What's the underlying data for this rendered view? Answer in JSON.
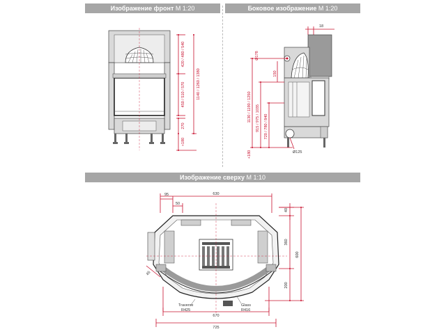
{
  "headers": {
    "front": {
      "bold": "Изображение фронт",
      "scale": " М 1:20"
    },
    "side": {
      "bold": "Боковое изображение",
      "scale": " М 1:20"
    },
    "top": {
      "bold": "Изображение сверху",
      "scale": " М 1:10"
    }
  },
  "front_view": {
    "dims_right": [
      "420 / 480 / 540",
      "450 / 510 / 570",
      "1140 / 1260 / 1380",
      "270",
      "+180"
    ]
  },
  "side_view": {
    "dim_top": "18",
    "dims_left": [
      "Ø178",
      "1130 / 1190 / 1250",
      "915 / 975 / 1035",
      "720 / 780 / 840",
      "+180"
    ],
    "dim_150": "150",
    "flue_label": "Ø125"
  },
  "top_view": {
    "dims_top": [
      "95",
      "630",
      "50"
    ],
    "dims_right": [
      "40",
      "360",
      "200",
      "600"
    ],
    "dim_angle": "45",
    "dims_bottom": [
      "670",
      "725"
    ],
    "labels": {
      "traverse": {
        "name": "Traverse",
        "radius": "R425"
      },
      "glass": {
        "name": "Glass",
        "radius": "R416"
      }
    }
  }
}
